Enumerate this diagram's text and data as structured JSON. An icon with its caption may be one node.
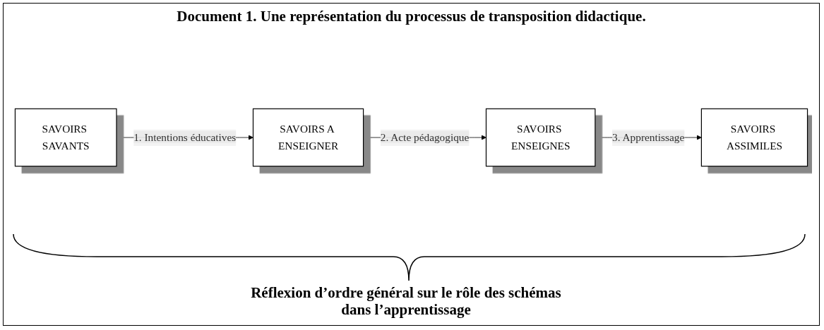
{
  "diagram": {
    "title": "Document 1. Une représentation du processus de transposition didactique.",
    "nodes": [
      {
        "text": [
          "SAVOIRS SAVANTS"
        ]
      },
      {
        "text": [
          "SAVOIRS A ENSEIGNER"
        ]
      },
      {
        "text": [
          "SAVOIRS ENSEIGNES"
        ]
      },
      {
        "text": [
          "SAVOIRS ASSIMILES"
        ]
      }
    ],
    "edges": [
      {
        "from": 0,
        "to": 1,
        "arrow": "to",
        "label": "1. Intentions éducatives"
      },
      {
        "from": 1,
        "to": 2,
        "arrow": "to",
        "label": "2. Acte pédagogique"
      },
      {
        "from": 2,
        "to": 3,
        "arrow": "to",
        "label": "3. Apprentissage"
      }
    ],
    "caption": "Réflexion d’ordre général sur le rôle des schémas dans l’apprentissage"
  }
}
